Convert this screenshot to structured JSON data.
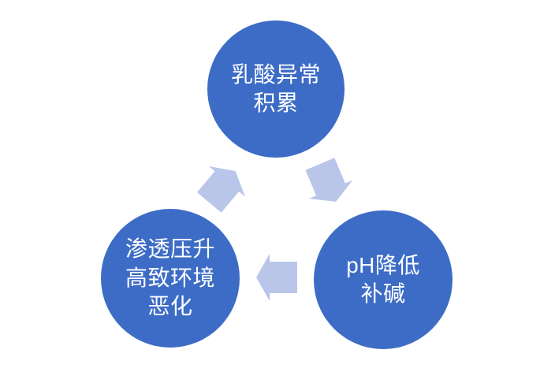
{
  "diagram": {
    "type": "cycle",
    "direction": "clockwise",
    "colors": {
      "background": "#ffffff",
      "node_fill": "#3d6cc6",
      "node_text": "#ffffff",
      "arrow_fill": "#b9c6e9"
    },
    "nodes": [
      {
        "label": "乳酸异常积累",
        "lines": [
          "乳酸异常",
          "积累"
        ]
      },
      {
        "label": "pH降低补碱",
        "lines": [
          "pH降低",
          "补碱"
        ]
      },
      {
        "label": "渗透压升高致环境恶化",
        "lines": [
          "渗透压升",
          "高致环境",
          "恶化"
        ]
      }
    ],
    "arrows": [
      {
        "name": "lactic-to-ph",
        "from": "乳酸异常积累",
        "to": "pH降低补碱"
      },
      {
        "name": "ph-to-osmotic",
        "from": "pH降低补碱",
        "to": "渗透压升高致环境恶化"
      },
      {
        "name": "osmotic-to-lactic",
        "from": "渗透压升高致环境恶化",
        "to": "乳酸异常积累"
      }
    ]
  }
}
